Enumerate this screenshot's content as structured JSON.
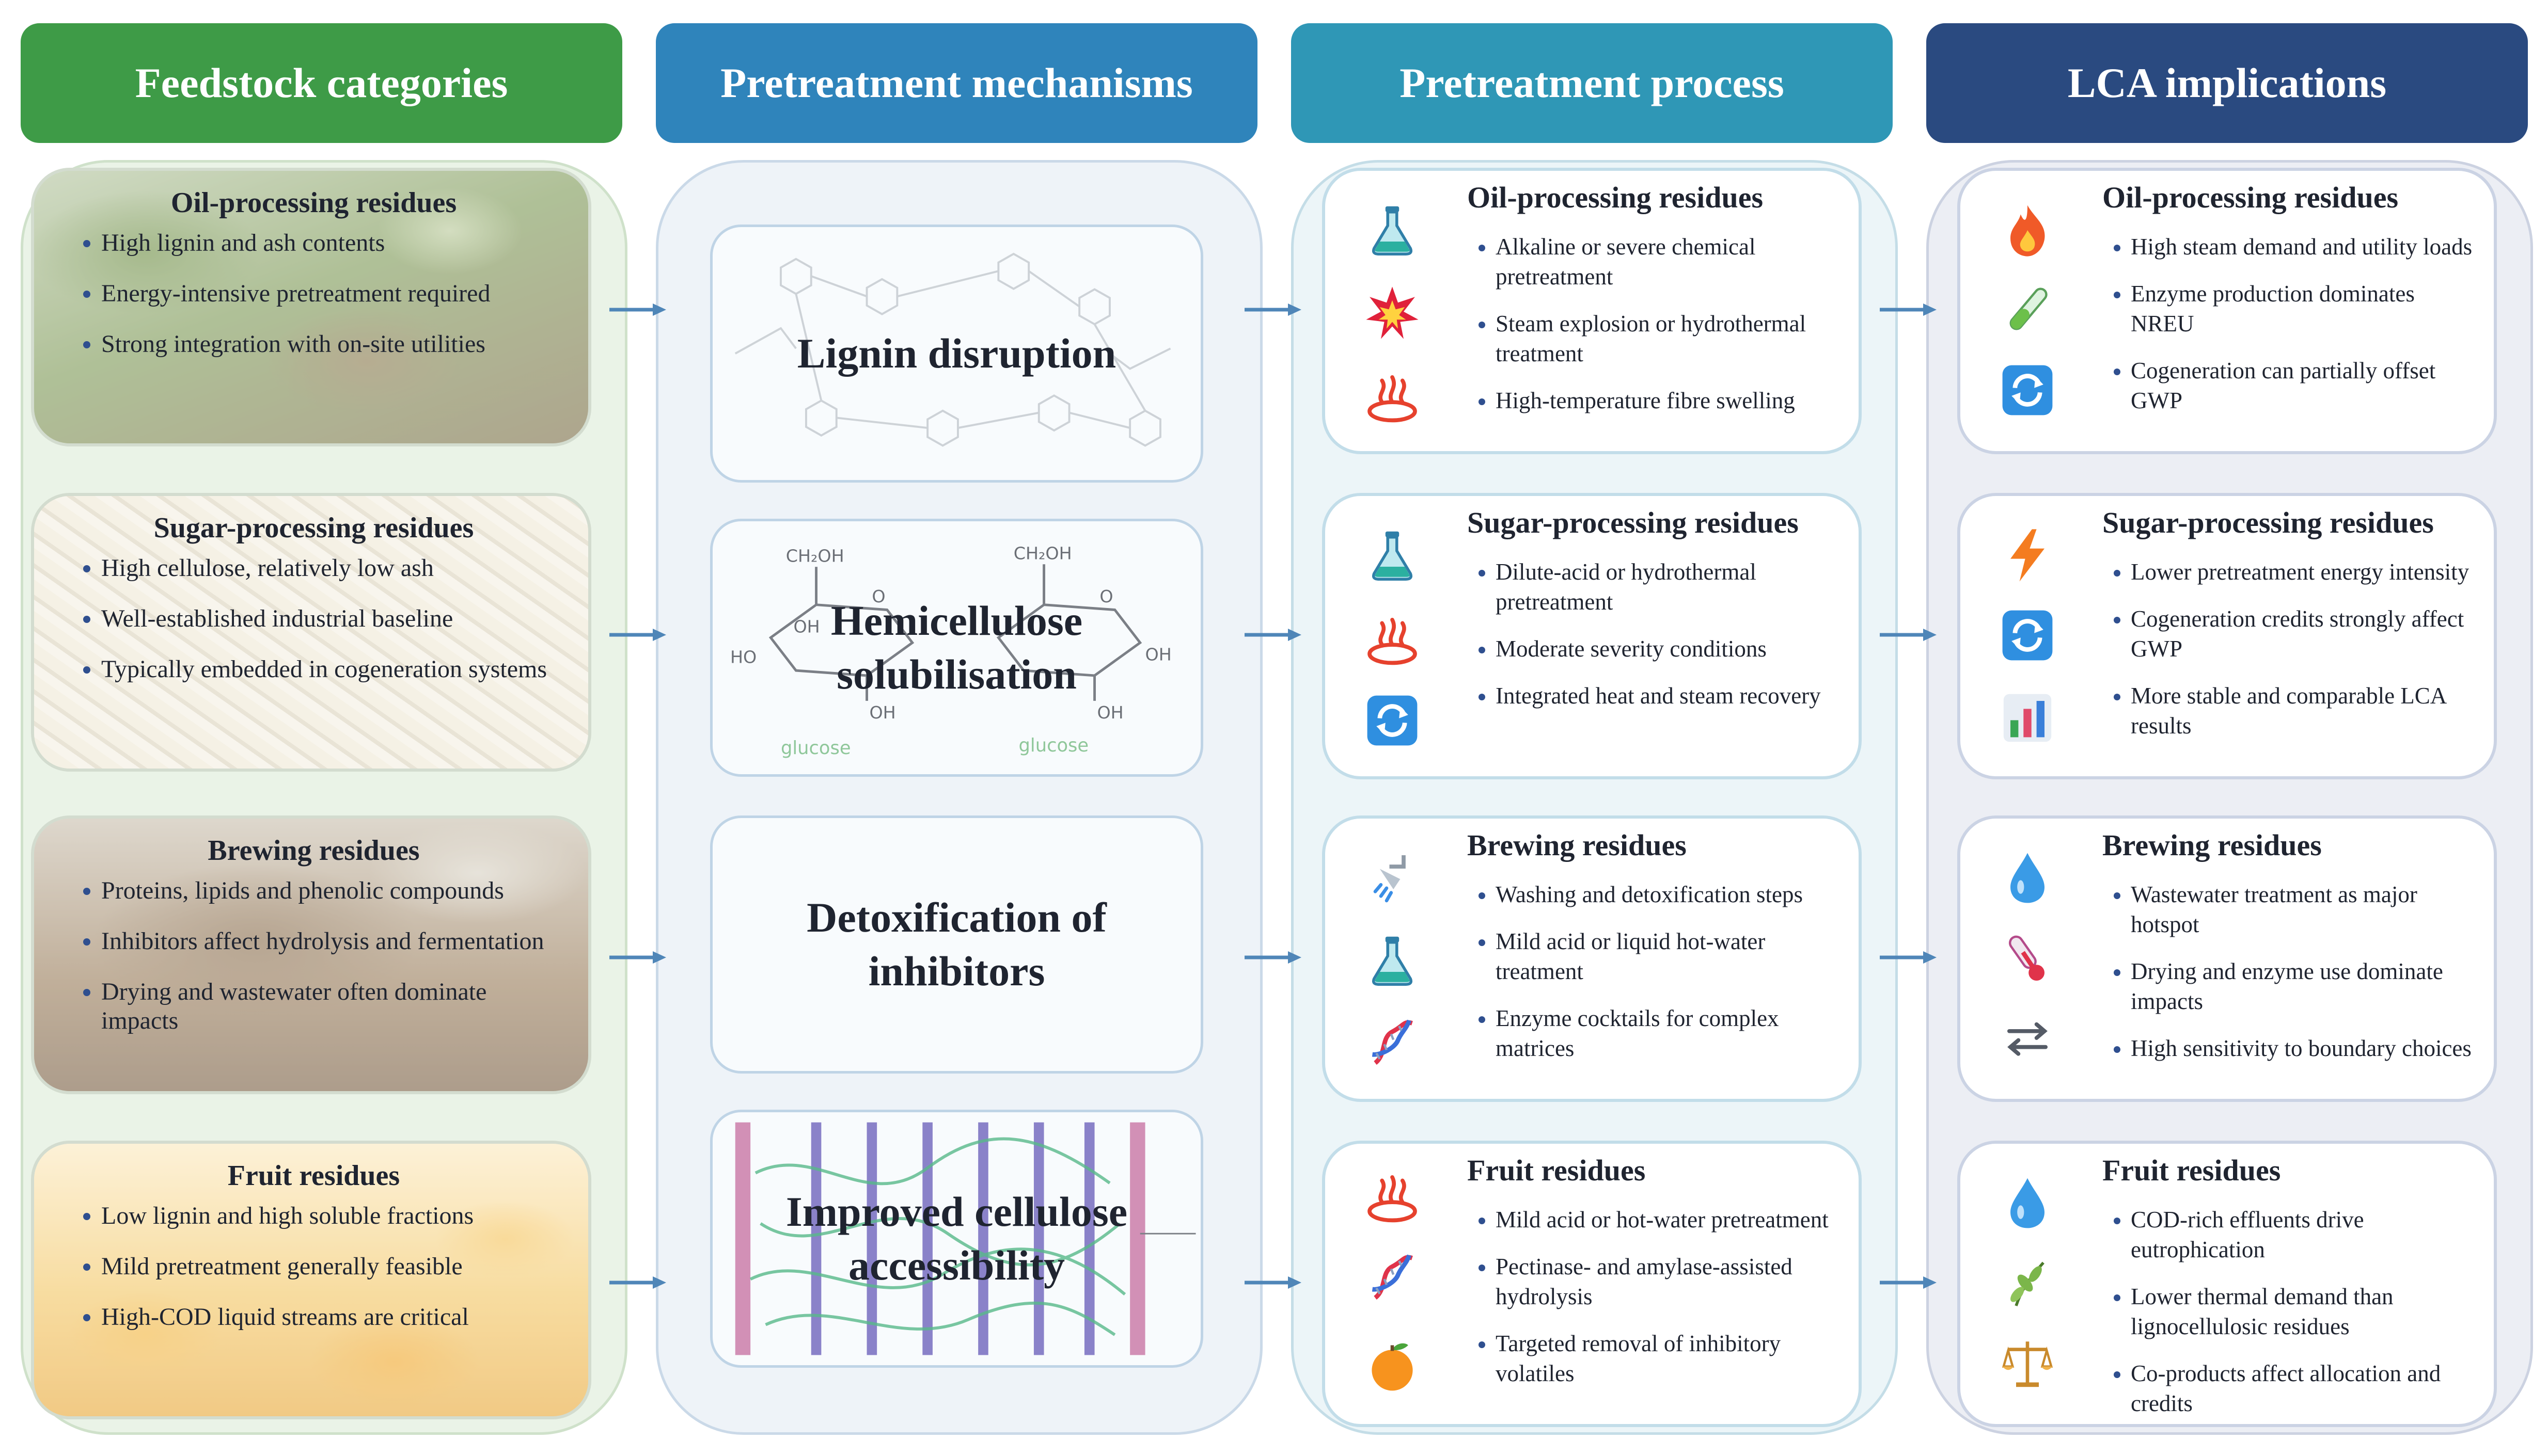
{
  "headers": {
    "feedstock": "Feedstock categories",
    "mechanisms": "Pretreatment mechanisms",
    "process": "Pretreatment process",
    "lca": "LCA implications"
  },
  "feedstock": [
    {
      "title": "Oil-processing residues",
      "items": [
        "High lignin and ash contents",
        "Energy-intensive pretreatment required",
        "Strong integration with on-site utilities"
      ]
    },
    {
      "title": "Sugar-processing residues",
      "items": [
        "High cellulose, relatively low ash",
        "Well-established industrial baseline",
        "Typically embedded in cogeneration systems"
      ]
    },
    {
      "title": "Brewing residues",
      "items": [
        "Proteins, lipids and phenolic compounds",
        "Inhibitors affect hydrolysis and fermentation",
        "Drying and wastewater often dominate impacts"
      ]
    },
    {
      "title": "Fruit residues",
      "items": [
        "Low lignin and high soluble fractions",
        "Mild pretreatment generally feasible",
        "High-COD liquid streams are critical"
      ]
    }
  ],
  "mechanisms": [
    {
      "label_lines": [
        "Lignin disruption"
      ]
    },
    {
      "label_lines": [
        "Hemicellulose",
        "solubilisation"
      ],
      "sketch": {
        "ch2oh": "CH₂OH",
        "oh": "OH",
        "ho": "HO",
        "o": "O",
        "glucose": "glucose"
      }
    },
    {
      "label_lines": [
        "Detoxification of",
        "inhibitors"
      ]
    },
    {
      "label_lines": [
        "Improved cellulose",
        "accessibility"
      ]
    }
  ],
  "process": [
    {
      "title": "Oil-processing residues",
      "icons": [
        "flask-icon",
        "explosion-icon",
        "hot-springs-icon"
      ],
      "items": [
        "Alkaline or severe chemical pretreatment",
        "Steam explosion or hydrothermal treatment",
        "High-temperature fibre swelling"
      ]
    },
    {
      "title": "Sugar-processing residues",
      "icons": [
        "flask-icon",
        "hot-springs-icon",
        "recycle-arrows-icon"
      ],
      "items": [
        "Dilute-acid or hydrothermal pretreatment",
        "Moderate severity conditions",
        "Integrated heat and steam recovery"
      ]
    },
    {
      "title": "Brewing residues",
      "icons": [
        "shower-icon",
        "flask-icon",
        "dna-icon"
      ],
      "items": [
        "Washing and detoxification steps",
        "Mild acid or liquid hot-water treatment",
        "Enzyme cocktails for complex matrices"
      ]
    },
    {
      "title": "Fruit residues",
      "icons": [
        "hot-springs-icon",
        "dna-icon",
        "orange-icon"
      ],
      "items": [
        "Mild acid or hot-water pretreatment",
        "Pectinase- and amylase-assisted hydrolysis",
        "Targeted removal of inhibitory volatiles"
      ]
    }
  ],
  "lca": [
    {
      "title": "Oil-processing residues",
      "icons": [
        "fire-icon",
        "test-tube-icon",
        "recycle-arrows-icon"
      ],
      "items": [
        "High steam demand and utility loads",
        "Enzyme production dominates NREU",
        "Cogeneration can partially offset GWP"
      ]
    },
    {
      "title": "Sugar-processing residues",
      "icons": [
        "lightning-icon",
        "recycle-arrows-icon",
        "bar-chart-icon"
      ],
      "items": [
        "Lower pretreatment energy intensity",
        "Cogeneration credits strongly affect GWP",
        "More stable and comparable LCA results"
      ]
    },
    {
      "title": "Brewing residues",
      "icons": [
        "water-drop-icon",
        "thermometer-icon",
        "swap-arrows-icon"
      ],
      "items": [
        "Wastewater treatment as major hotspot",
        "Drying and enzyme use dominate impacts",
        "High sensitivity to boundary choices"
      ]
    },
    {
      "title": "Fruit residues",
      "icons": [
        "water-drop-icon",
        "herb-icon",
        "balance-scale-icon"
      ],
      "items": [
        "COD-rich effluents drive eutrophication",
        "Lower thermal demand than lignocellulosic residues",
        "Co-products affect allocation and credits"
      ]
    }
  ],
  "colors": {
    "feedstock_header": "#3e9b47",
    "mechanisms_header": "#2f84bb",
    "process_header": "#2f97b6",
    "lca_header": "#2a4a80",
    "arrow": "#4f86b8"
  }
}
